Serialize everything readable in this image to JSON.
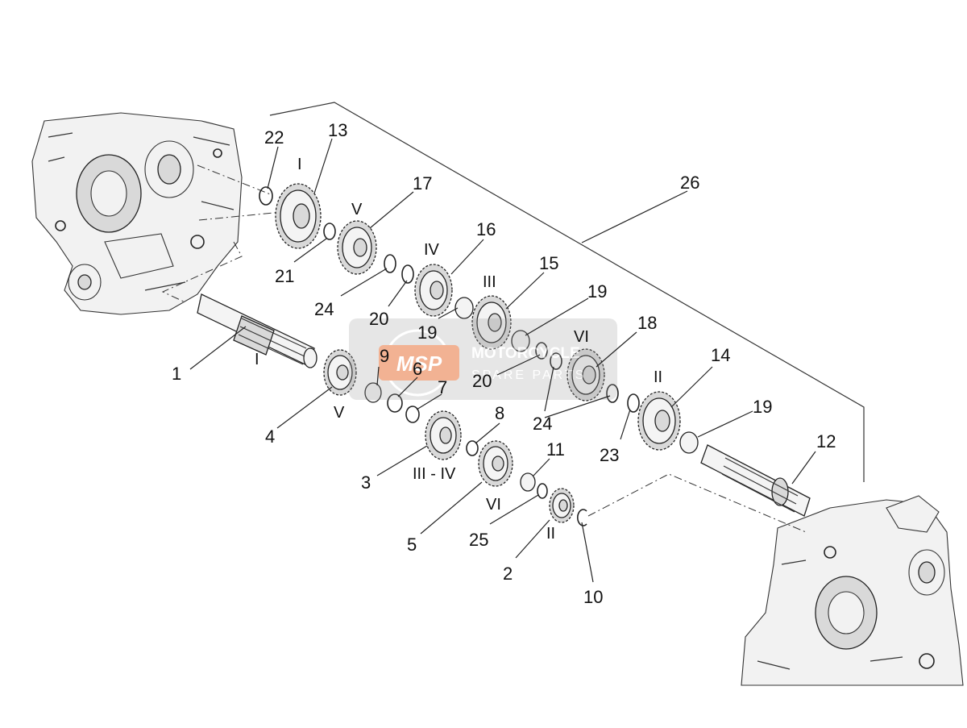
{
  "callouts": [
    {
      "id": "c1",
      "text": "1"
    },
    {
      "id": "c2",
      "text": "2"
    },
    {
      "id": "c3",
      "text": "3"
    },
    {
      "id": "c4",
      "text": "4"
    },
    {
      "id": "c5",
      "text": "5"
    },
    {
      "id": "c6",
      "text": "6"
    },
    {
      "id": "c7",
      "text": "7"
    },
    {
      "id": "c8",
      "text": "8"
    },
    {
      "id": "c9",
      "text": "9"
    },
    {
      "id": "c10",
      "text": "10"
    },
    {
      "id": "c11",
      "text": "11"
    },
    {
      "id": "c12",
      "text": "12"
    },
    {
      "id": "c13",
      "text": "13"
    },
    {
      "id": "c14",
      "text": "14"
    },
    {
      "id": "c15",
      "text": "15"
    },
    {
      "id": "c16",
      "text": "16"
    },
    {
      "id": "c17",
      "text": "17"
    },
    {
      "id": "c18",
      "text": "18"
    },
    {
      "id": "c19a",
      "text": "19"
    },
    {
      "id": "c19b",
      "text": "19"
    },
    {
      "id": "c19c",
      "text": "19"
    },
    {
      "id": "c20a",
      "text": "20"
    },
    {
      "id": "c20b",
      "text": "20"
    },
    {
      "id": "c21",
      "text": "21"
    },
    {
      "id": "c22",
      "text": "22"
    },
    {
      "id": "c23",
      "text": "23"
    },
    {
      "id": "c24a",
      "text": "24"
    },
    {
      "id": "c24b",
      "text": "24"
    },
    {
      "id": "c25",
      "text": "25"
    },
    {
      "id": "c26",
      "text": "26"
    }
  ],
  "gear_marks": {
    "g13": "I",
    "g17": "V",
    "g16": "IV",
    "g15": "III",
    "g18": "VI",
    "g14": "II",
    "shaft1": "I",
    "g4": "V",
    "g3": "III - IV",
    "g5": "VI",
    "g2": "II"
  },
  "watermark": {
    "logo": "MSP",
    "line1": "MOTORCYCLE",
    "line2": "SPARE PARTS"
  }
}
